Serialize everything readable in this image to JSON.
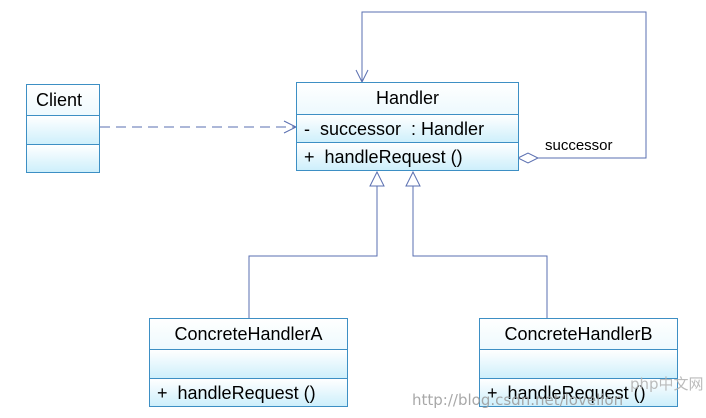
{
  "client": {
    "name": "Client"
  },
  "handler": {
    "name": "Handler",
    "attribute": "-  successor  : Handler",
    "operation": "+  handleRequest ()"
  },
  "concrete_a": {
    "name": "ConcreteHandlerA",
    "operation": "+  handleRequest ()"
  },
  "concrete_b": {
    "name": "ConcreteHandlerB",
    "operation": "+  handleRequest ()"
  },
  "association": {
    "role": "successor"
  },
  "watermarks": {
    "url": "http://blog.csdn.net/lovelion",
    "brand": "php中文网"
  },
  "colors": {
    "class_border": "#3d8fc4",
    "class_fill_top": "#ffffff",
    "class_fill_bottom": "#cdeffb",
    "connector": "#5a6fb0"
  }
}
